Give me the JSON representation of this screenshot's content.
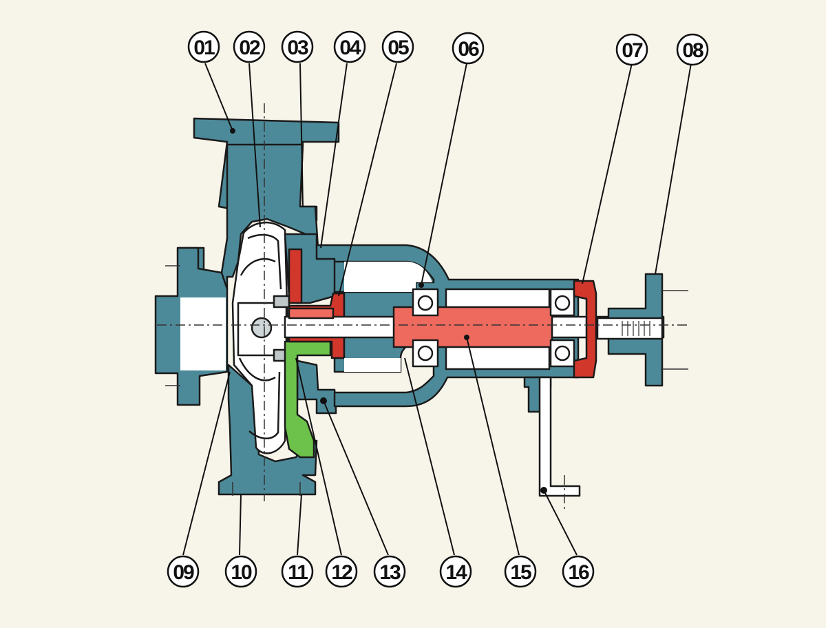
{
  "diagram": {
    "part_labels_top": [
      "01",
      "02",
      "03",
      "04",
      "05",
      "06",
      "07",
      "08"
    ],
    "part_labels_bottom": [
      "09",
      "10",
      "11",
      "12",
      "13",
      "14",
      "15",
      "16"
    ],
    "colors": {
      "casing": "#4d8a99",
      "bearing_housing": "#4d8a99",
      "seal_red": "#d2372c",
      "shaft_sleeve": "#ee6a5e",
      "gland_green": "#6cc24a",
      "background": "#f7f4ea",
      "outline": "#1a1a1a",
      "inner": "#ffffff"
    }
  }
}
